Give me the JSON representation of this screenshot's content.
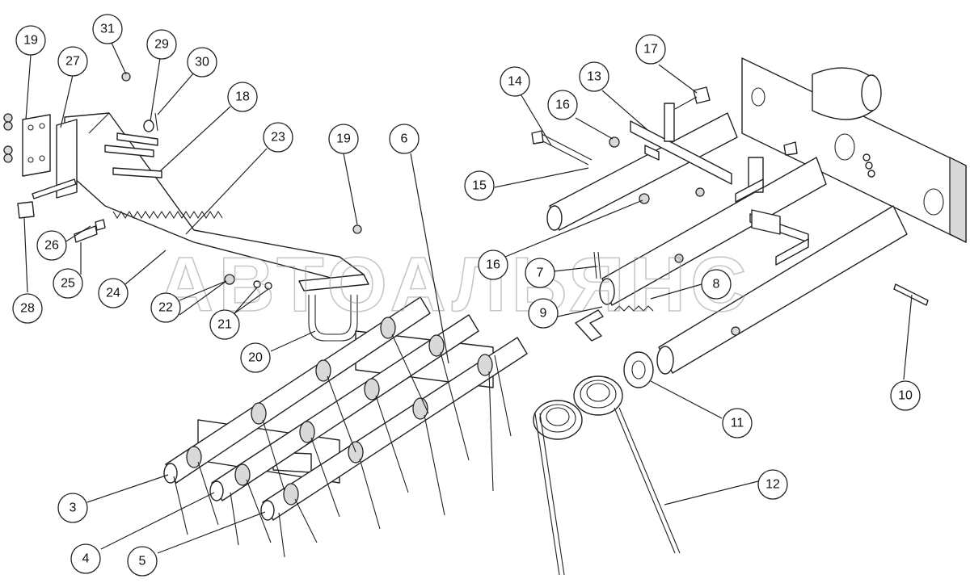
{
  "watermark": "АВТОАЛЬЯНС",
  "callouts": [
    "19",
    "27",
    "31",
    "29",
    "30",
    "18",
    "23",
    "19",
    "6",
    "14",
    "13",
    "16",
    "17",
    "15",
    "16",
    "7",
    "8",
    "9",
    "10",
    "11",
    "12",
    "26",
    "25",
    "24",
    "28",
    "22",
    "21",
    "20",
    "3",
    "4",
    "5"
  ]
}
